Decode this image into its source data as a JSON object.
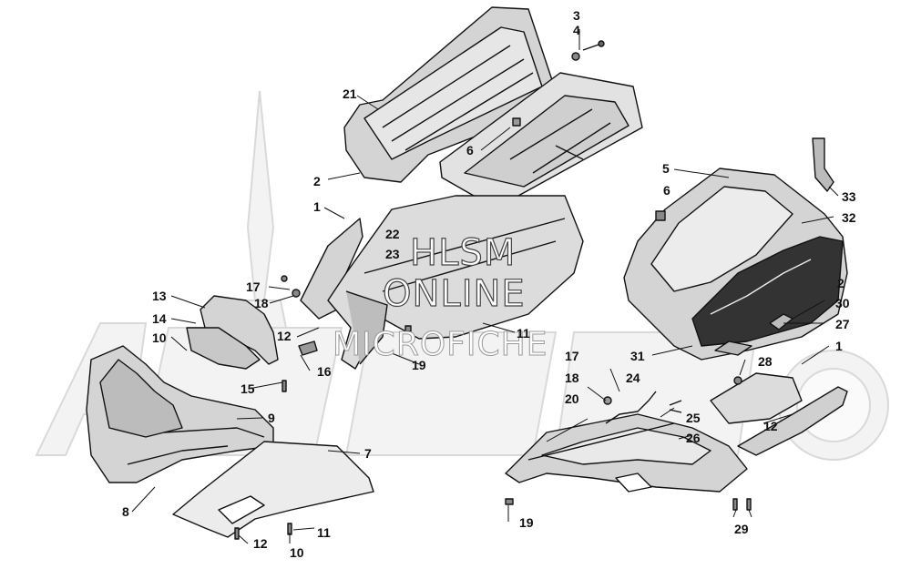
{
  "watermark": {
    "line1": "HLSM",
    "line2": "ONLINE",
    "line3": "MICROFICHE",
    "background_logo": "arctic-cat-logo"
  },
  "callouts": [
    {
      "id": "c3",
      "label": "3",
      "ref": "part-3"
    },
    {
      "id": "c4",
      "label": "4",
      "ref": "part-4"
    },
    {
      "id": "c21",
      "label": "21",
      "ref": "part-21"
    },
    {
      "id": "c6a",
      "label": "6",
      "ref": "part-6"
    },
    {
      "id": "c2a",
      "label": "2",
      "ref": "part-2"
    },
    {
      "id": "c1a",
      "label": "1",
      "ref": "part-1"
    },
    {
      "id": "c22",
      "label": "22",
      "ref": "part-22"
    },
    {
      "id": "c23",
      "label": "23",
      "ref": "part-23"
    },
    {
      "id": "c17a",
      "label": "17",
      "ref": "part-17"
    },
    {
      "id": "c18a",
      "label": "18",
      "ref": "part-18"
    },
    {
      "id": "c13",
      "label": "13",
      "ref": "part-13"
    },
    {
      "id": "c14",
      "label": "14",
      "ref": "part-14"
    },
    {
      "id": "c10a",
      "label": "10",
      "ref": "part-10"
    },
    {
      "id": "c12a",
      "label": "12",
      "ref": "part-12"
    },
    {
      "id": "c11a",
      "label": "11",
      "ref": "part-11"
    },
    {
      "id": "c16",
      "label": "16",
      "ref": "part-16"
    },
    {
      "id": "c19a",
      "label": "19",
      "ref": "part-19"
    },
    {
      "id": "c15",
      "label": "15",
      "ref": "part-15"
    },
    {
      "id": "c9",
      "label": "9",
      "ref": "part-9"
    },
    {
      "id": "c7",
      "label": "7",
      "ref": "part-7"
    },
    {
      "id": "c8",
      "label": "8",
      "ref": "part-8"
    },
    {
      "id": "c11b",
      "label": "11",
      "ref": "part-11"
    },
    {
      "id": "c12b",
      "label": "12",
      "ref": "part-12"
    },
    {
      "id": "c10b",
      "label": "10",
      "ref": "part-10"
    },
    {
      "id": "c5",
      "label": "5",
      "ref": "part-5"
    },
    {
      "id": "c6b",
      "label": "6",
      "ref": "part-6"
    },
    {
      "id": "c33",
      "label": "33",
      "ref": "part-33"
    },
    {
      "id": "c32",
      "label": "32",
      "ref": "part-32"
    },
    {
      "id": "c2b",
      "label": "2",
      "ref": "part-2"
    },
    {
      "id": "c30",
      "label": "30",
      "ref": "part-30"
    },
    {
      "id": "c27",
      "label": "27",
      "ref": "part-27"
    },
    {
      "id": "c31",
      "label": "31",
      "ref": "part-31"
    },
    {
      "id": "c1b",
      "label": "1",
      "ref": "part-1"
    },
    {
      "id": "c17b",
      "label": "17",
      "ref": "part-17"
    },
    {
      "id": "c18b",
      "label": "18",
      "ref": "part-18"
    },
    {
      "id": "c24",
      "label": "24",
      "ref": "part-24"
    },
    {
      "id": "c20",
      "label": "20",
      "ref": "part-20"
    },
    {
      "id": "c28",
      "label": "28",
      "ref": "part-28"
    },
    {
      "id": "c25",
      "label": "25",
      "ref": "part-25"
    },
    {
      "id": "c12c",
      "label": "12",
      "ref": "part-12"
    },
    {
      "id": "c26",
      "label": "26",
      "ref": "part-26"
    },
    {
      "id": "c19b",
      "label": "19",
      "ref": "part-19"
    },
    {
      "id": "c29",
      "label": "29",
      "ref": "part-29"
    }
  ]
}
